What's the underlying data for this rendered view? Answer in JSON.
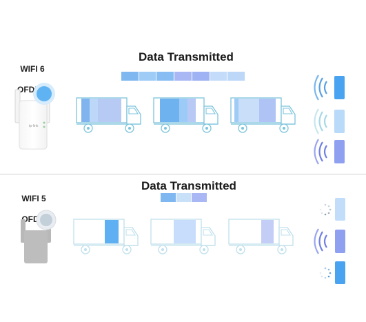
{
  "top": {
    "standard": "WIFI 6",
    "mode": "OFDMA",
    "title": "Data Transmitted",
    "bar_segments": [
      "#7fb8f0",
      "#9fcbf7",
      "#88bdf3",
      "#a9b8f5",
      "#9fb2f3",
      "#c4dcfa",
      "#bcd7f8"
    ]
  },
  "bottom": {
    "standard": "WIFI 5",
    "mode": "OFDM",
    "title": "Data Transmitted",
    "bar_segments": [
      "#7fb8f0",
      "#c9e0f9",
      "#a9b8f5"
    ]
  },
  "colors": {
    "accent": "#4aa3f0",
    "truck_stroke": "#7cc4dc",
    "truck_stroke_faded": "#bfe0ec",
    "router_top": "#ffffff",
    "router_bottom": "#bdbdbd"
  }
}
